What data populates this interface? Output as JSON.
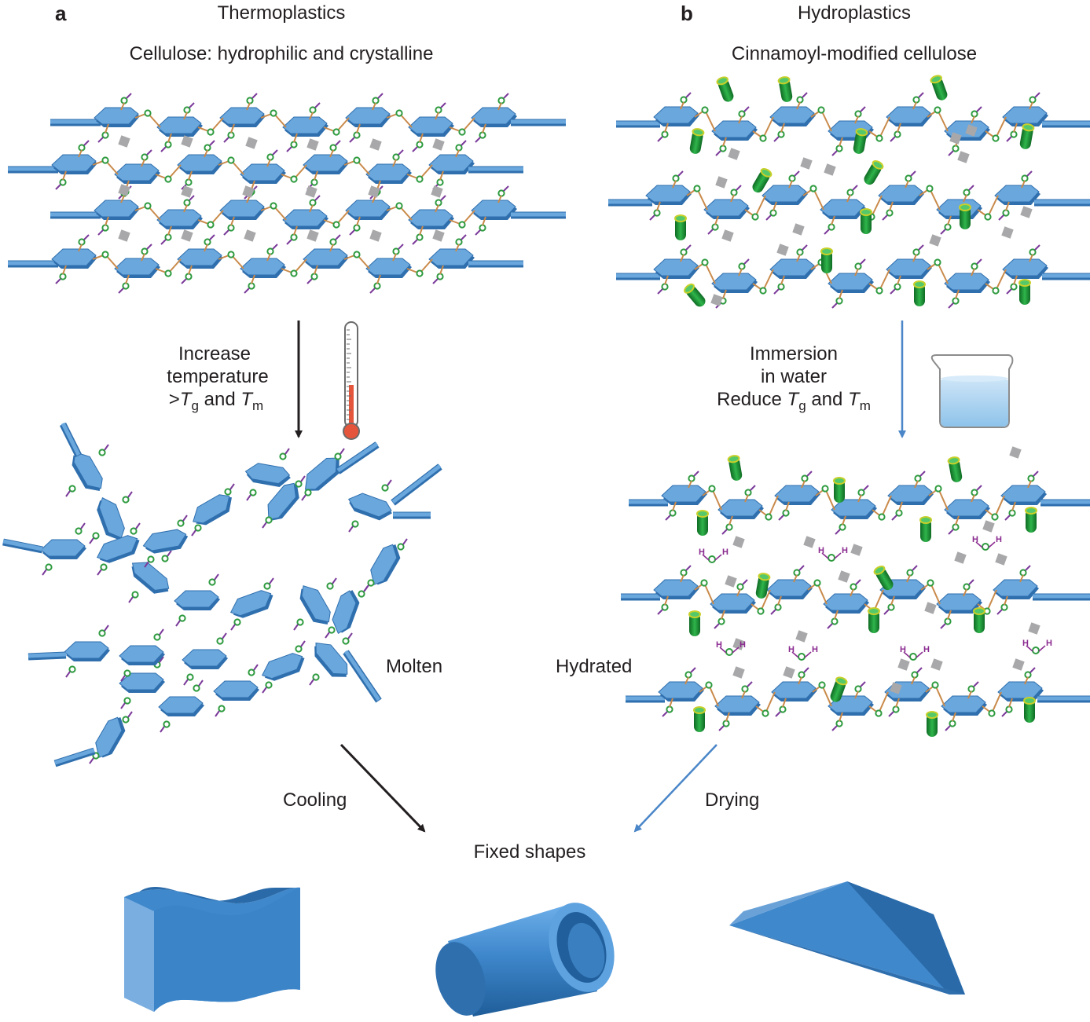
{
  "panel_a": {
    "letter": "a",
    "title": "Thermoplastics",
    "subtitle": "Cellulose: hydrophilic and crystalline",
    "step1": {
      "line1": "Increase",
      "line2": "temperature",
      "line3_prefix": ">",
      "tg_symbol": "T",
      "tg_sub": "g",
      "and": "and",
      "tm_symbol": "T",
      "tm_sub": "m"
    },
    "state": "Molten",
    "step2": "Cooling"
  },
  "panel_b": {
    "letter": "b",
    "title": "Hydroplastics",
    "subtitle": "Cinnamoyl-modified cellulose",
    "step1": {
      "line1": "Immersion",
      "line2": "in water",
      "line3_prefix": "Reduce",
      "tg_symbol": "T",
      "tg_sub": "g",
      "and": "and",
      "tm_symbol": "T",
      "tm_sub": "m"
    },
    "state": "Hydrated",
    "step2": "Drying"
  },
  "result": "Fixed shapes",
  "water_molecule": {
    "h": "H",
    "o": "O"
  },
  "colors": {
    "ring": "#6aa7dd",
    "ring_edge": "#2f6fae",
    "bond": "#c98a4a",
    "oxygen": "#2e9b3f",
    "stub": "#7b3a9a",
    "hbond": "#a8a8aa",
    "cinnamoyl": "#1f9a3a",
    "cinnamoyl_ring": "#c9cf28",
    "arrow_a": "#231f20",
    "arrow_b": "#4a86c8",
    "water": "#8a2a8f",
    "shape": "#3f88cc",
    "shape_dark": "#2a6aa8",
    "shape_light": "#7ab4e6"
  },
  "icons": [
    "thermometer-icon",
    "beaker-icon"
  ]
}
